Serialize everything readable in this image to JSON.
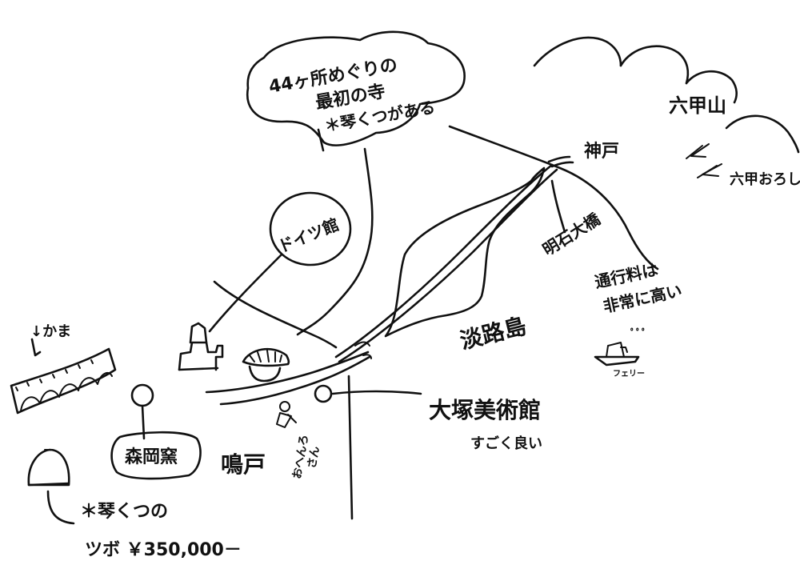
{
  "labels": {
    "temple_note": [
      "44ヶ所めぐりの",
      "最初の寺",
      "＊琴くつがある"
    ],
    "kobe": "神戸",
    "rokko_san": "六甲山",
    "rokko_oroshi": "六甲おろし",
    "akashi_bridge": "明石大橋",
    "toll_note": [
      "通行料は",
      "非常に高い"
    ],
    "awaji": "淡路島",
    "ferry": "フェリー",
    "ferry_sound": "ﾟﾟﾟ",
    "german_house": "ドイツ館",
    "kama": "↓かま",
    "morikan": "森岡窯",
    "naruto": "鳴戸",
    "ohenro": [
      "おへんろ",
      "さん"
    ],
    "otsuka_museum": "大塚美術館",
    "museum_note": "すごく良い",
    "pot_note": [
      "＊琴くつの",
      "ツボ ￥350,000－"
    ]
  },
  "colors": {
    "ink": "#111111",
    "paper": "#ffffff"
  }
}
